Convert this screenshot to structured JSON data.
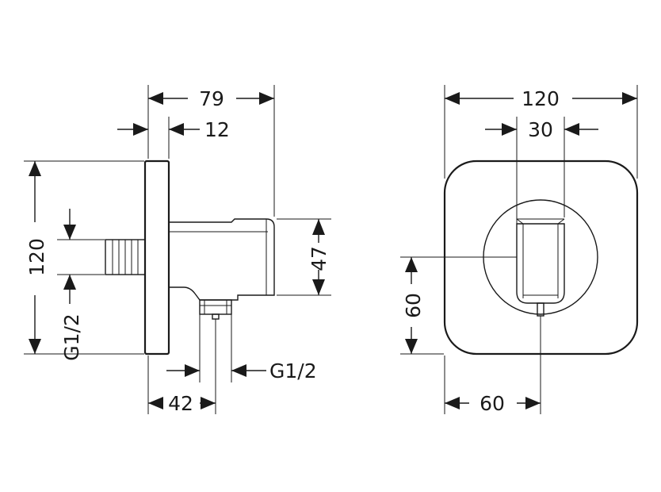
{
  "side_view": {
    "overall_depth": "79",
    "plate_thickness": "12",
    "height": "120",
    "inlet_thread": "G1/2",
    "body_height": "47",
    "outlet_offset": "42",
    "outlet_thread": "G1/2"
  },
  "front_view": {
    "width": "120",
    "holder_width": "30",
    "outlet_height": "60",
    "outlet_offset": "60"
  }
}
